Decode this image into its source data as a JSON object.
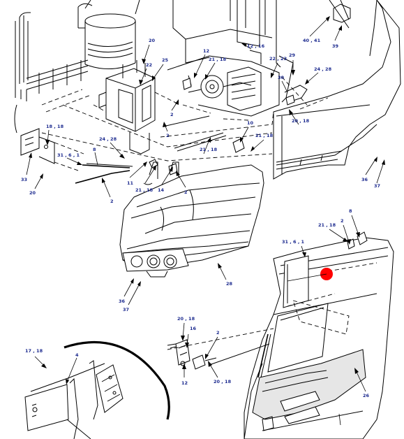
{
  "labels": [
    {
      "id": "l-20-top",
      "text": "20"
    },
    {
      "id": "l-22",
      "text": "22"
    },
    {
      "id": "l-25",
      "text": "25"
    },
    {
      "id": "l-12-top",
      "text": "12"
    },
    {
      "id": "l-21-18-top",
      "text": "21 , 18"
    },
    {
      "id": "l-12-16",
      "text": "12 , 16"
    },
    {
      "id": "l-22-23",
      "text": "22 , 23"
    },
    {
      "id": "l-29",
      "text": "29"
    },
    {
      "id": "l-24-28-right",
      "text": "24 , 28"
    },
    {
      "id": "l-30",
      "text": "30"
    },
    {
      "id": "l-40-41",
      "text": "40 , 41"
    },
    {
      "id": "l-39",
      "text": "39"
    },
    {
      "id": "l-18-18-left",
      "text": "18 , 18"
    },
    {
      "id": "l-33",
      "text": "33"
    },
    {
      "id": "l-20-left",
      "text": "20"
    },
    {
      "id": "l-31-6-1-left",
      "text": "31 , 6 , 1"
    },
    {
      "id": "l-8-left",
      "text": "8"
    },
    {
      "id": "l-24-28-mid",
      "text": "24 , 28"
    },
    {
      "id": "l-2-a",
      "text": "2"
    },
    {
      "id": "l-2-b",
      "text": "2"
    },
    {
      "id": "l-21-18-mid",
      "text": "21 , 18"
    },
    {
      "id": "l-10",
      "text": "10"
    },
    {
      "id": "l-21-18-right",
      "text": "21 , 18"
    },
    {
      "id": "l-20-18-right",
      "text": "20 , 18"
    },
    {
      "id": "l-11",
      "text": "11"
    },
    {
      "id": "l-21-18-low",
      "text": "21 , 18"
    },
    {
      "id": "l-14",
      "text": "14"
    },
    {
      "id": "l-2-c",
      "text": "2"
    },
    {
      "id": "l-2-d",
      "text": "2"
    },
    {
      "id": "l-36-right",
      "text": "36"
    },
    {
      "id": "l-37-right",
      "text": "37"
    },
    {
      "id": "l-8-right",
      "text": "8"
    },
    {
      "id": "l-21-18-door",
      "text": "21 , 18"
    },
    {
      "id": "l-2-door",
      "text": "2"
    },
    {
      "id": "l-31-6-1-door",
      "text": "31 , 6 , 1"
    },
    {
      "id": "l-28",
      "text": "28"
    },
    {
      "id": "l-36-low",
      "text": "36"
    },
    {
      "id": "l-37-low",
      "text": "37"
    },
    {
      "id": "l-20-18-low",
      "text": "20 , 18"
    },
    {
      "id": "l-16",
      "text": "16"
    },
    {
      "id": "l-2-low",
      "text": "2"
    },
    {
      "id": "l-12-low",
      "text": "12"
    },
    {
      "id": "l-20-18-bottom",
      "text": "20 , 18"
    },
    {
      "id": "l-17-18",
      "text": "17 , 18"
    },
    {
      "id": "l-4",
      "text": "4"
    },
    {
      "id": "l-26",
      "text": "26"
    }
  ],
  "colors": {
    "line": "#000000",
    "label": "#1d2b8f",
    "marker": "#ff0000",
    "background": "#ffffff"
  }
}
